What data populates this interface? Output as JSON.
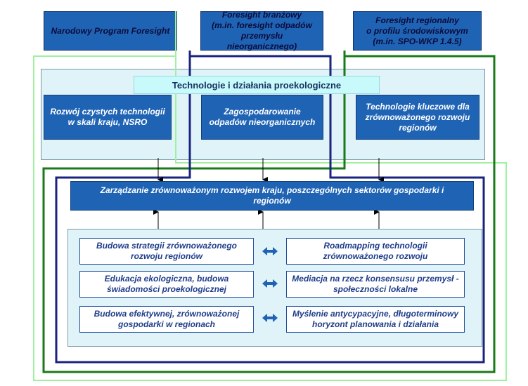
{
  "top_boxes": {
    "left": "Narodowy Program Foresight",
    "middle_line1": "Foresight branżowy",
    "middle_line2": "(m.in. foresight odpadów przemysłu nieorganicznego)",
    "right_line1": "Foresight regionalny",
    "right_line2": "o profilu środowiskowym",
    "right_line3": "(m.in. SPO-WKP 1.4.5)"
  },
  "banner": "Technologie i działania proekologiczne",
  "upper_boxes": [
    "Rozwój czystych technologii w skali kraju, NSRO",
    "Zagospodarowanie odpadów nieorganicznych",
    "Technologie kluczowe dla zrównoważonego rozwoju regionów"
  ],
  "management_box": "Zarządzanie zrównoważonym rozwojem kraju, poszczególnych sektorów gospodarki i regionów",
  "pairs": [
    {
      "left": "Budowa strategii zrównoważonego rozwoju regionów",
      "right": "Roadmapping technologii zrównoważonego rozwoju"
    },
    {
      "left": "Edukacja ekologiczna, budowa świadomości proekologicznej",
      "right": "Mediacja na rzecz konsensusu przemysł - społeczności lokalne"
    },
    {
      "left": "Budowa efektywnej, zrównoważonej gospodarki w regionach",
      "right": "Myślenie antycypacyjne, długoterminowy horyzont planowania i działania"
    }
  ],
  "colors": {
    "light_green_frame": "#9ff09f",
    "dark_green_frame": "#1a7a1a",
    "navy_frame": "#1a237e",
    "box_blue": "#1f63b4",
    "panel": "#dff3f8",
    "banner": "#c8fafc"
  }
}
